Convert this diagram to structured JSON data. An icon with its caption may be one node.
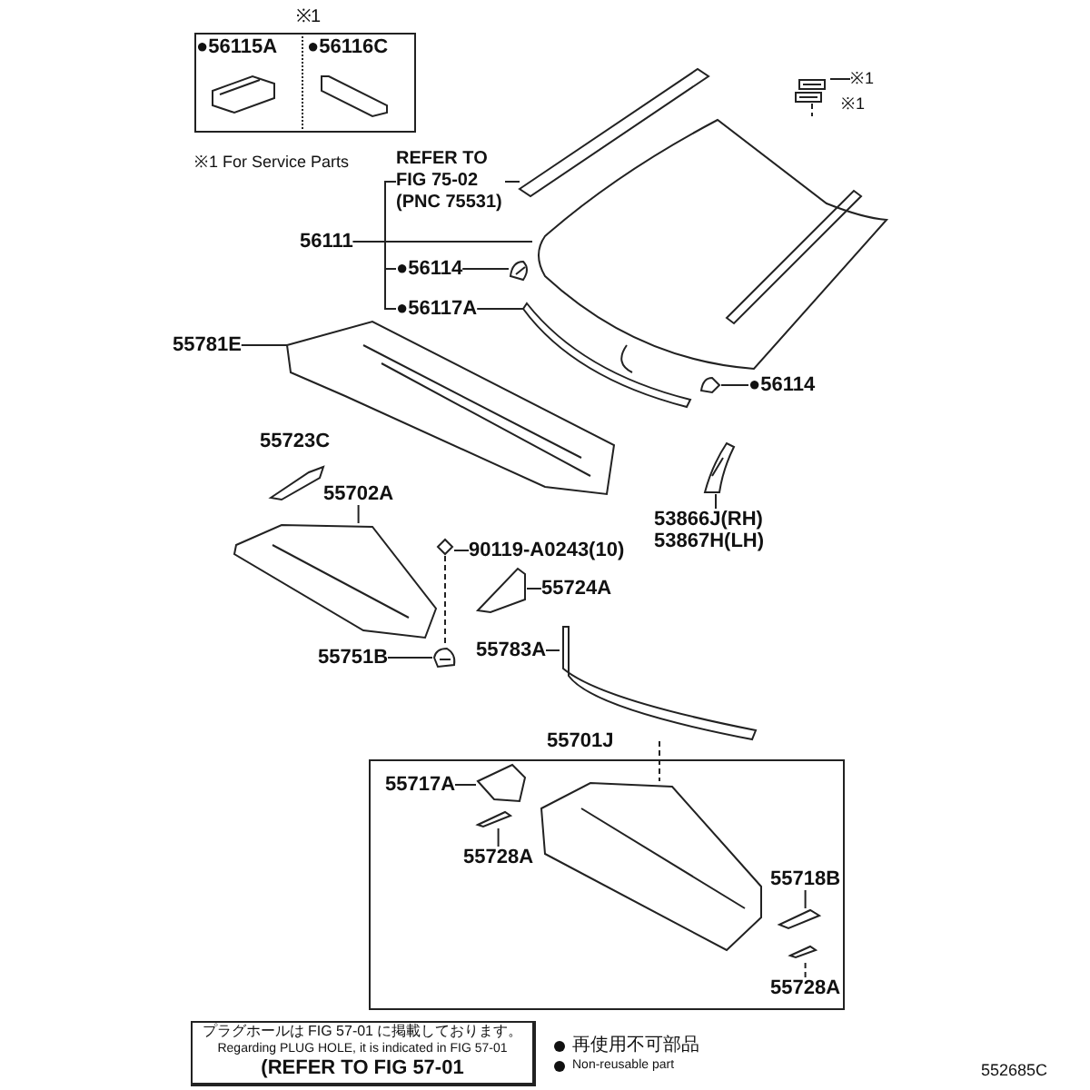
{
  "diagram": {
    "nodes": [
      {
        "text": [
          "※1"
        ]
      },
      {
        "text": [
          "●56115A"
        ],
        "in": 0
      },
      {
        "text": [
          "●56116C"
        ],
        "in": 0
      },
      {
        "text": [
          "REFER TO FIG 75-02 (PNC 75531)"
        ]
      },
      {
        "text": [],
        "shape": "picture"
      },
      {
        "text": [
          "56111"
        ]
      },
      {
        "text": [],
        "shape": "picture"
      },
      {
        "text": [
          "●56114"
        ]
      },
      {
        "text": [],
        "shape": "picture"
      },
      {
        "text": [
          "●56117A"
        ]
      },
      {
        "text": [],
        "shape": "picture"
      },
      {
        "text": [],
        "shape": "picture"
      },
      {
        "text": [
          "※1"
        ]
      },
      {
        "text": [
          "●56114"
        ]
      },
      {
        "text": [],
        "shape": "picture"
      },
      {
        "text": [
          "55781E"
        ]
      },
      {
        "text": [],
        "shape": "picture"
      },
      {
        "text": [
          "55702A"
        ]
      },
      {
        "text": [],
        "shape": "picture"
      },
      {
        "text": [
          "90119-A0243(10)"
        ]
      },
      {
        "text": [],
        "shape": "picture"
      },
      {
        "text": [
          "55751B"
        ]
      },
      {
        "text": [],
        "shape": "picture"
      },
      {
        "text": [
          "55724A"
        ]
      },
      {
        "text": [],
        "shape": "picture"
      },
      {
        "text": [
          "53866J(RH) 53867H(LH)"
        ]
      },
      {
        "text": [],
        "shape": "picture"
      },
      {
        "text": [
          "55783A"
        ]
      },
      {
        "text": [],
        "shape": "picture"
      },
      {
        "text": [
          "55701J"
        ]
      },
      {
        "text": [],
        "shape": "picture",
        "in": 29
      },
      {
        "text": [
          "55717A"
        ],
        "in": 29
      },
      {
        "text": [],
        "shape": "picture",
        "in": 29
      },
      {
        "text": [
          "55728A"
        ],
        "in": 29
      },
      {
        "text": [],
        "shape": "picture",
        "in": 29
      },
      {
        "text": [
          "55718B"
        ],
        "in": 29
      },
      {
        "text": [],
        "shape": "picture",
        "in": 29
      },
      {
        "text": [
          "55728A"
        ],
        "in": 29
      },
      {
        "text": [],
        "shape": "picture",
        "in": 29
      },
      {
        "text": [
          "プラグホールは FIG 57-01 に掲載しております。",
          "Regarding PLUG HOLE, it is indicated in FIG 57-01",
          "(REFER TO FIG 57-01"
        ]
      }
    ],
    "edges": [
      {
        "from": 3,
        "to": 4,
        "arrow": "none"
      },
      {
        "from": 5,
        "to": 6,
        "arrow": "none"
      },
      {
        "from": 5,
        "to": 3,
        "arrow": "none"
      },
      {
        "from": 5,
        "to": 7,
        "arrow": "none"
      },
      {
        "from": 5,
        "to": 9,
        "arrow": "none"
      },
      {
        "from": 7,
        "to": 8,
        "arrow": "none"
      },
      {
        "from": 9,
        "to": 10,
        "arrow": "none"
      },
      {
        "from": 12,
        "to": 11,
        "arrow": "none"
      },
      {
        "from": 13,
        "to": 14,
        "arrow": "none"
      },
      {
        "from": 15,
        "to": 16,
        "arrow": "none"
      },
      {
        "from": 17,
        "to": 18,
        "arrow": "none"
      },
      {
        "from": 19,
        "to": 20,
        "arrow": "none"
      },
      {
        "from": 20,
        "to": 22,
        "arrow": "none",
        "style": "dashed"
      },
      {
        "from": 21,
        "to": 22,
        "arrow": "none"
      },
      {
        "from": 23,
        "to": 24,
        "arrow": "none"
      },
      {
        "from": 25,
        "to": 26,
        "arrow": "none"
      },
      {
        "from": 27,
        "to": 28,
        "arrow": "none"
      },
      {
        "from": 28,
        "to": 30,
        "arrow": "none",
        "style": "dashed"
      },
      {
        "from": 31,
        "to": 32,
        "arrow": "none"
      },
      {
        "from": 33,
        "to": 34,
        "arrow": "none"
      },
      {
        "from": 35,
        "to": 36,
        "arrow": "none"
      },
      {
        "from": 37,
        "to": 38,
        "arrow": "none",
        "style": "dashed"
      },
      {
        "from": 11,
        "to": 6,
        "arrow": "none",
        "style": "dashed"
      }
    ],
    "labels": [
      "※1 For Service Parts",
      "※1",
      "55723C",
      "552685C"
    ],
    "legend": [
      {
        "text": "再使用不可部品"
      },
      {
        "text": "Non-reusable part"
      }
    ]
  }
}
